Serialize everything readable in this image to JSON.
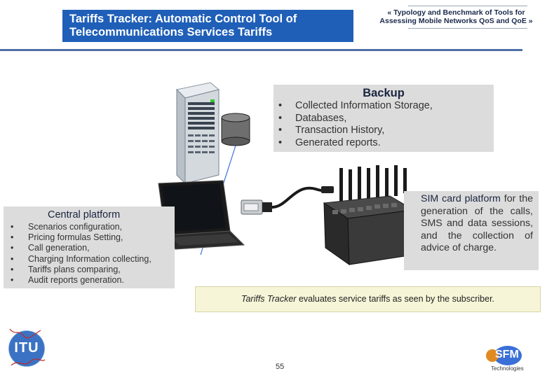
{
  "header": {
    "title_line1": "Tariffs Tracker: Automatic Control Tool of",
    "title_line2": "Telecommunications Services Tariffs",
    "subtitle_line1": "« Typology and Benchmark of Tools for",
    "subtitle_line2": "Assessing Mobile Networks QoS and QoE »"
  },
  "backup": {
    "title": "Backup",
    "items": [
      "Collected Information Storage,",
      "Databases,",
      "Transaction History,",
      "Generated reports."
    ]
  },
  "central": {
    "title": "Central platform",
    "items": [
      "Scenarios configuration,",
      "Pricing formulas Setting,",
      "Call generation,",
      "Charging Information collecting,",
      "Tariffs plans comparing,",
      "Audit reports generation."
    ]
  },
  "sim": {
    "title": "SIM card platform",
    "text": "for the generation of the calls, SMS and data sessions, and the collection of advice of charge."
  },
  "caption": {
    "italic": "Tariffs Tracker",
    "rest": " evaluates service tariffs as seen by the subscriber."
  },
  "footer": {
    "page_number": "55",
    "itu_logo_text": "ITU",
    "sfm_logo_text": "SFM",
    "sfm_logo_sub": "Technologies"
  },
  "colors": {
    "title_bg": "#1f5fb8",
    "panel_bg": "#dcdcdc",
    "caption_bg": "#f7f5d8",
    "rule": "#4f6fa8",
    "connector": "#3a6fd8"
  }
}
